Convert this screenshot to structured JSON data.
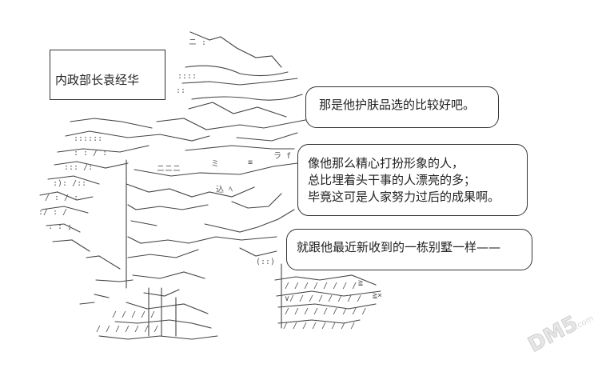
{
  "nameplate": {
    "label": "内政部长袁经华"
  },
  "bubbles": [
    {
      "lines": [
        "那是他护肤品选的比较好吧。"
      ]
    },
    {
      "lines": [
        "像他那么精心打扮形象的人，",
        "总比埋着头干事的人漂亮的多；",
        "毕竟这可是人家努力过后的成果啊。"
      ]
    },
    {
      "lines": [
        "就跟他最近新收到的一栋别墅一样——"
      ]
    }
  ],
  "watermark": {
    "text": "DM5.com"
  }
}
